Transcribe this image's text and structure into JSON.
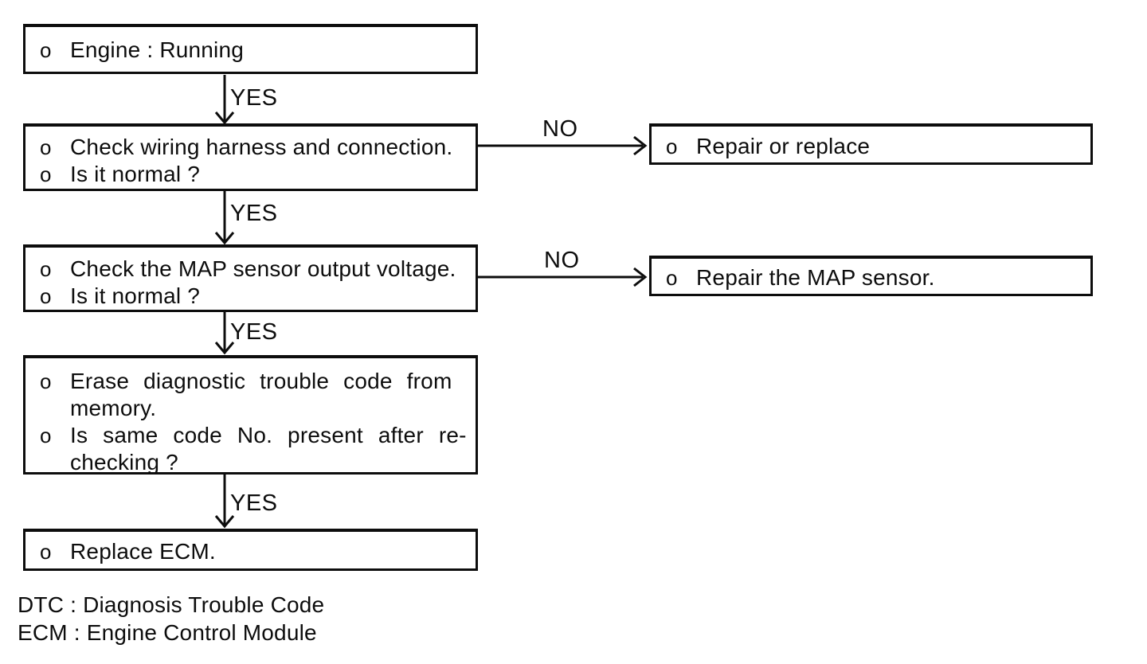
{
  "page": {
    "background": "#ffffff",
    "ink": "#0d0d0d"
  },
  "labels": {
    "yes": "YES",
    "no": "NO"
  },
  "diagram": {
    "boxes": {
      "engine_running": {
        "items": [
          {
            "bullet": "o",
            "lines": [
              "Engine : Running"
            ]
          }
        ]
      },
      "check_wiring": {
        "items": [
          {
            "bullet": "o",
            "lines": [
              "Check wiring harness and connection."
            ]
          },
          {
            "bullet": "o",
            "lines": [
              "Is it normal ?"
            ]
          }
        ]
      },
      "check_map_sensor": {
        "items": [
          {
            "bullet": "o",
            "lines": [
              "Check the MAP sensor output voltage."
            ]
          },
          {
            "bullet": "o",
            "lines": [
              "Is it normal ?"
            ]
          }
        ]
      },
      "erase_dtc": {
        "items": [
          {
            "bullet": "o",
            "lines": [
              "Erase diagnostic trouble code from",
              "memory."
            ]
          },
          {
            "bullet": "o",
            "lines": [
              "Is same code No. present after re-",
              "checking ?"
            ]
          }
        ]
      },
      "replace_ecm": {
        "items": [
          {
            "bullet": "o",
            "lines": [
              "Replace ECM."
            ]
          }
        ]
      },
      "repair_or_replace": {
        "items": [
          {
            "bullet": "o",
            "lines": [
              "Repair or replace"
            ]
          }
        ]
      },
      "repair_map_sensor": {
        "items": [
          {
            "bullet": "o",
            "lines": [
              "Repair the MAP sensor."
            ]
          }
        ]
      }
    },
    "legend": {
      "lines": [
        "DTC : Diagnosis Trouble Code",
        "ECM : Engine Control Module"
      ]
    }
  }
}
